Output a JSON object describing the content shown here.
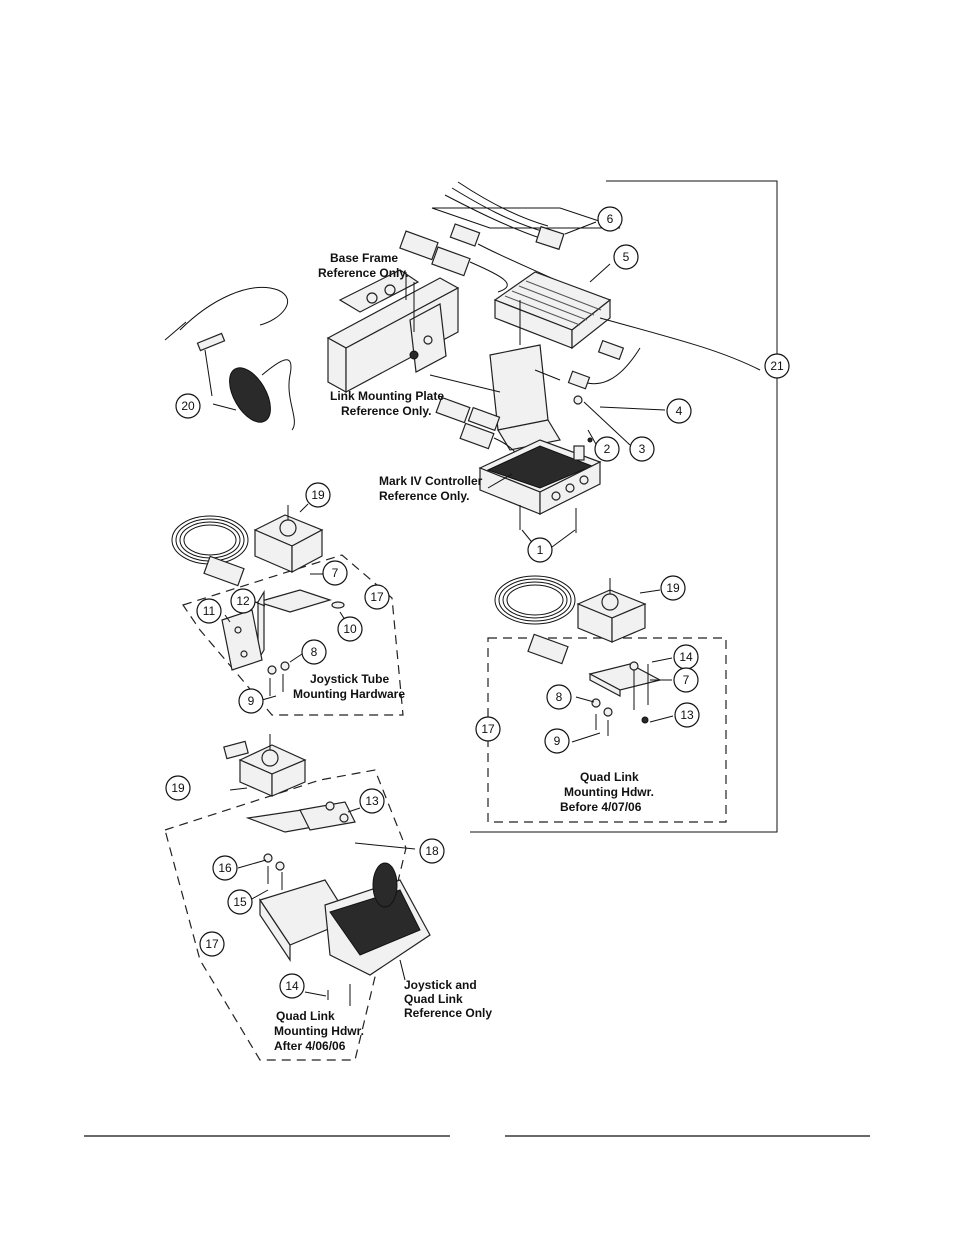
{
  "labels": {
    "base_frame_1": "Base Frame",
    "base_frame_2": "Reference Only.",
    "link_plate_1": "Link Mounting Plate",
    "link_plate_2": "Reference Only.",
    "mark_iv_1": "Mark IV Controller",
    "mark_iv_2": "Reference Only.",
    "joystick_tube_1": "Joystick Tube",
    "joystick_tube_2": "Mounting Hardware",
    "quad_before_1": "Quad Link",
    "quad_before_2": "Mounting Hdwr.",
    "quad_before_3": "Before 4/07/06",
    "quad_after_1": "Quad Link",
    "quad_after_2": "Mounting Hdwr.",
    "quad_after_3": "After 4/06/06",
    "joystick_ref_1": "Joystick and",
    "joystick_ref_2": "Quad Link",
    "joystick_ref_3": "Reference Only"
  },
  "callouts": {
    "c6": "6",
    "c5": "5",
    "c21": "21",
    "c4": "4",
    "c3": "3",
    "c2": "2",
    "c1": "1",
    "c20": "20",
    "c19a": "19",
    "c7a": "7",
    "c17a": "17",
    "c12": "12",
    "c11": "11",
    "c10": "10",
    "c8a": "8",
    "c9a": "9",
    "c19b": "19",
    "c14a": "14",
    "c7b": "7",
    "c8b": "8",
    "c17b": "17",
    "c13a": "13",
    "c9b": "9",
    "c19c": "19",
    "c13b": "13",
    "c18": "18",
    "c16": "16",
    "c15": "15",
    "c17c": "17",
    "c14b": "14"
  }
}
